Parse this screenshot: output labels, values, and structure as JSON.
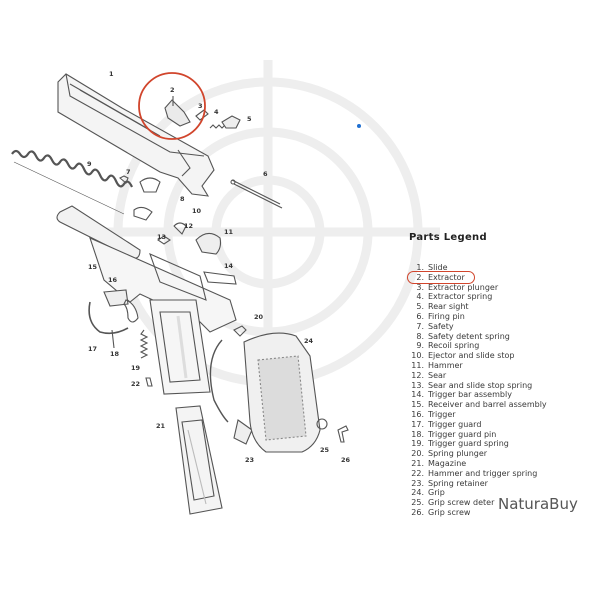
{
  "legend": {
    "title": "Parts  Legend",
    "items": [
      {
        "num": "1.",
        "label": "Slide"
      },
      {
        "num": "2.",
        "label": "Extractor"
      },
      {
        "num": "3.",
        "label": "Extractor plunger"
      },
      {
        "num": "4.",
        "label": "Extractor spring"
      },
      {
        "num": "5.",
        "label": "Rear sight"
      },
      {
        "num": "6.",
        "label": "Firing pin"
      },
      {
        "num": "7.",
        "label": "Safety"
      },
      {
        "num": "8.",
        "label": "Safety detent spring"
      },
      {
        "num": "9.",
        "label": "Recoil spring"
      },
      {
        "num": "10.",
        "label": "Ejector and slide stop"
      },
      {
        "num": "11.",
        "label": "Hammer"
      },
      {
        "num": "12.",
        "label": "Sear"
      },
      {
        "num": "13.",
        "label": "Sear and slide stop spring"
      },
      {
        "num": "14.",
        "label": "Trigger bar assembly"
      },
      {
        "num": "15.",
        "label": "Receiver and barrel assembly"
      },
      {
        "num": "16.",
        "label": "Trigger"
      },
      {
        "num": "17.",
        "label": "Trigger guard"
      },
      {
        "num": "18.",
        "label": "Trigger guard pin"
      },
      {
        "num": "19.",
        "label": "Trigger guard spring"
      },
      {
        "num": "20.",
        "label": "Spring plunger"
      },
      {
        "num": "21.",
        "label": "Magazine"
      },
      {
        "num": "22.",
        "label": "Hammer and trigger spring"
      },
      {
        "num": "23.",
        "label": "Spring retainer"
      },
      {
        "num": "24.",
        "label": "Grip"
      },
      {
        "num": "25.",
        "label": "Grip screw deter"
      },
      {
        "num": "26.",
        "label": "Grip screw"
      }
    ],
    "highlighted_item": "2.",
    "highlight_color": "#d1452c"
  },
  "watermark": "NaturaBuy",
  "callouts": [
    "1",
    "2",
    "3",
    "4",
    "5",
    "6",
    "7",
    "8",
    "9",
    "10",
    "11",
    "12",
    "13",
    "14",
    "15",
    "16",
    "17",
    "18",
    "19",
    "20",
    "21",
    "22",
    "23",
    "24",
    "25",
    "26"
  ],
  "colors": {
    "line": "#555555",
    "highlight": "#d1452c",
    "dot": "#1f6fd1"
  }
}
